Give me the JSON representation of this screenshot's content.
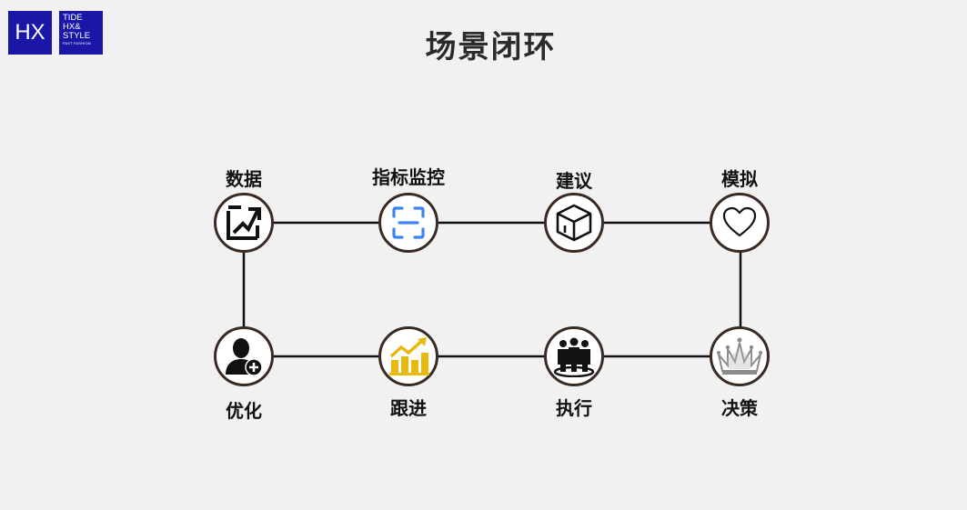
{
  "logo": {
    "mark": "HX",
    "lines": [
      "TIDE",
      "HX&",
      "STYLE"
    ],
    "tagline": "FAST FASHION",
    "color": "#1a17a6"
  },
  "title": "场景闭环",
  "nodes": [
    {
      "label": "数据",
      "icon": "chart-trend-icon"
    },
    {
      "label": "指标监控",
      "icon": "scan-icon"
    },
    {
      "label": "建议",
      "icon": "cube-icon"
    },
    {
      "label": "模拟",
      "icon": "heart-icon"
    },
    {
      "label": "优化",
      "icon": "user-add-icon"
    },
    {
      "label": "跟进",
      "icon": "growth-bars-icon"
    },
    {
      "label": "执行",
      "icon": "team-icon"
    },
    {
      "label": "决策",
      "icon": "crown-icon"
    }
  ],
  "colors": {
    "node_border": "#3a2a24",
    "connector": "#111111",
    "scan_icon": "#3b82f6",
    "growth_icon": "#e8b90f",
    "crown_icon": "#8c8c8c"
  }
}
